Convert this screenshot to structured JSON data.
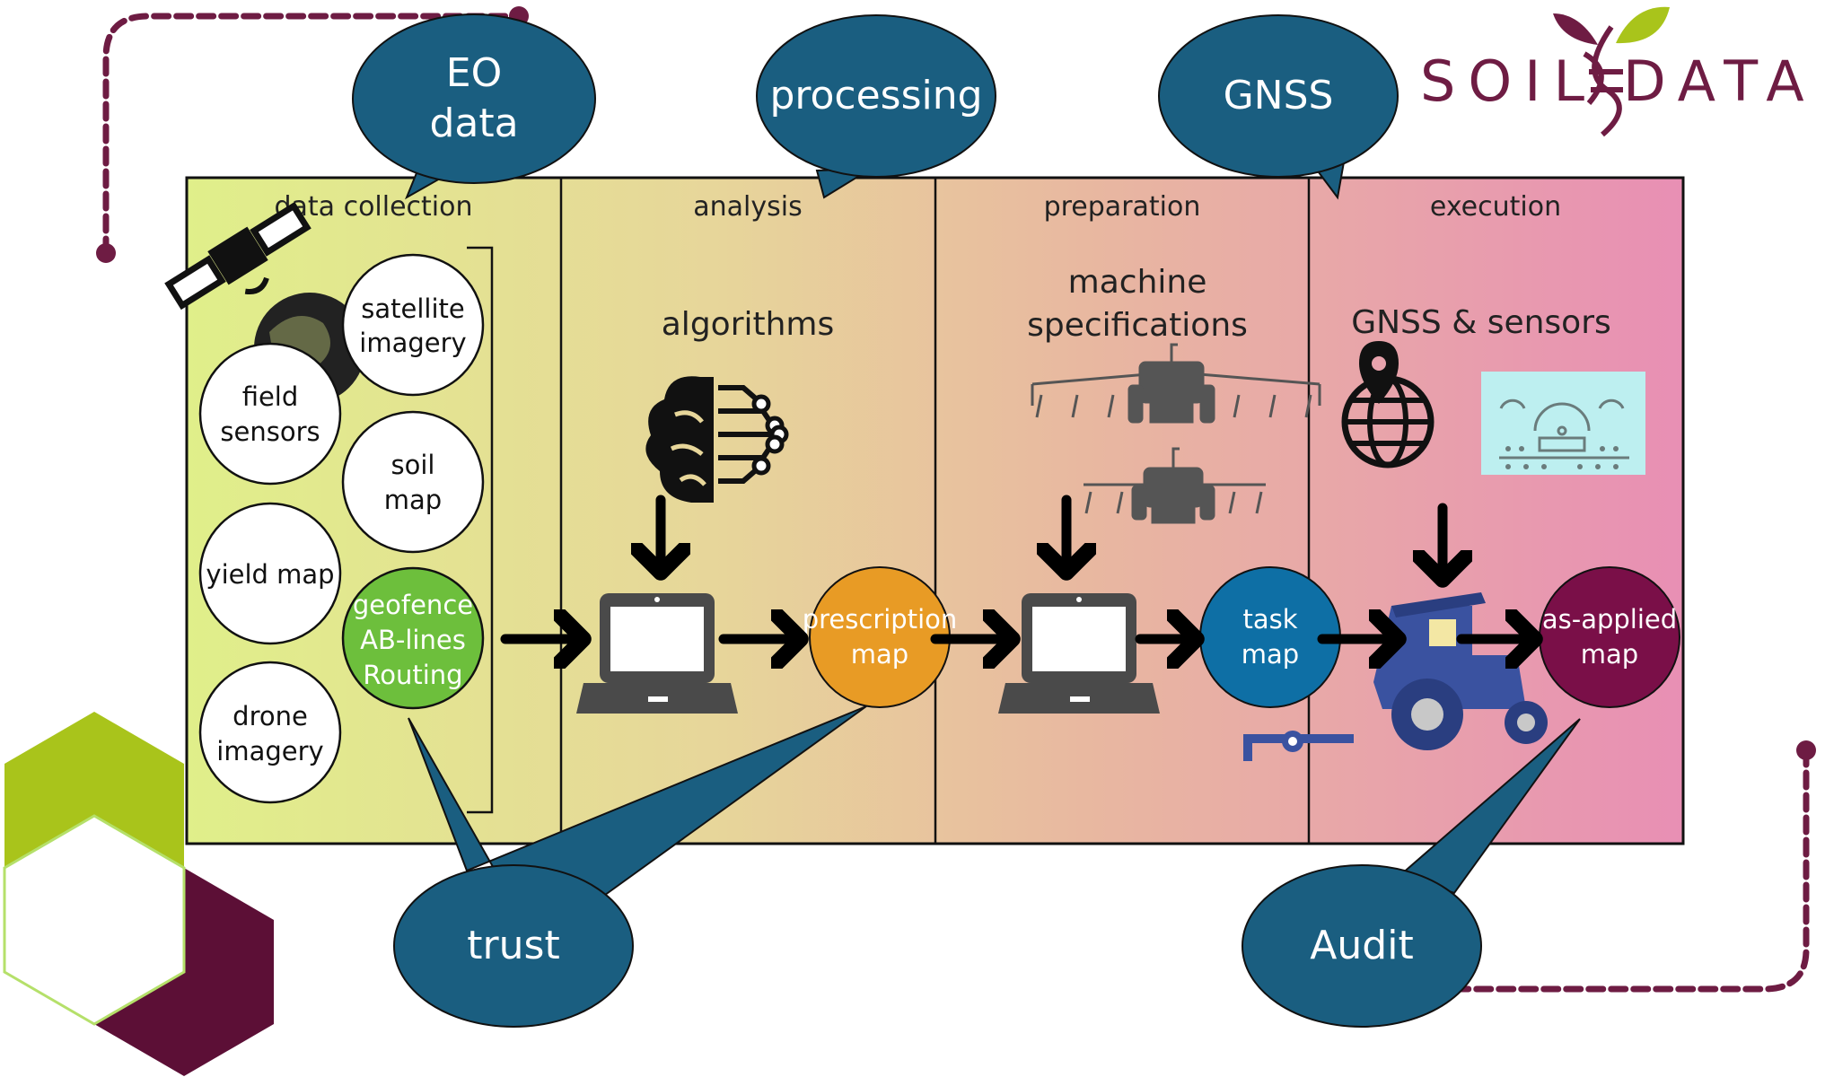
{
  "logo": {
    "left": "SOIL",
    "right": "DATA"
  },
  "columns": [
    {
      "title": "data collection"
    },
    {
      "title": "analysis",
      "heading": "algorithms"
    },
    {
      "title": "preparation",
      "heading_line1": "machine",
      "heading_line2": "specifications"
    },
    {
      "title": "execution",
      "heading": "GNSS & sensors"
    }
  ],
  "sources": {
    "satellite": [
      "satellite",
      "imagery"
    ],
    "field": [
      "field",
      "sensors"
    ],
    "soil": [
      "soil",
      "map"
    ],
    "yield": [
      "yield map"
    ],
    "geofence": [
      "geofence",
      "AB-lines",
      "Routing"
    ],
    "drone": [
      "drone",
      "imagery"
    ]
  },
  "flow": {
    "prescription": [
      "prescription",
      "map"
    ],
    "task": [
      "task",
      "map"
    ],
    "applied": [
      "as-applied",
      "map"
    ]
  },
  "bubbles": {
    "eo": [
      "EO",
      "data"
    ],
    "processing": "processing",
    "gnss": "GNSS",
    "trust": "trust",
    "audit": "Audit"
  },
  "icons": [
    "satellite-icon",
    "globe-icon",
    "ai-brain-icon",
    "laptop-icon",
    "sprayer-tractor-icon",
    "location-globe-icon",
    "dashboard-icon",
    "tractor-icon",
    "arrow-right-icon",
    "arrow-down-icon",
    "hexagon-cube-icon"
  ],
  "colors": {
    "bubble": "#1a5e80",
    "maroon": "#6e1c43",
    "lime": "#a9c41b",
    "geofence": "#6dbf3c",
    "prescription": "#e89b25",
    "task": "#0e6fa5",
    "applied": "#7a0f48"
  }
}
